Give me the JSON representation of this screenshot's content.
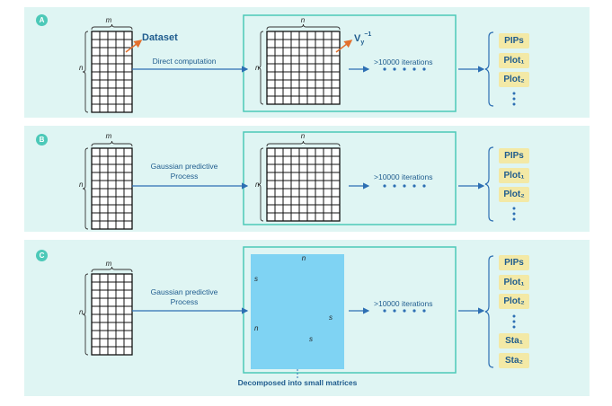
{
  "colors": {
    "panel_bg": "#dff5f3",
    "box_border": "#4cc9b8",
    "arrow": "#2d6fb3",
    "chip_bg": "#f3e9a6",
    "text_blue": "#1f5c8e",
    "highlight": "#e3702d",
    "decomp_bg": "#7fd3f3"
  },
  "panels": [
    {
      "badge": "A",
      "input": {
        "cols_label": "m",
        "rows_label": "n",
        "name": "Dataset"
      },
      "arrow_label_1": "Direct computation",
      "arrow_label_2": "",
      "middle_matrix": {
        "cols_label": "n",
        "rows_label": "n",
        "name": "V",
        "name_sub": "y",
        "name_sup": "−1"
      },
      "iterations": ">10000 iterations",
      "outputs": [
        "PIPs",
        "Plot₁",
        "Plot₂"
      ]
    },
    {
      "badge": "B",
      "input": {
        "cols_label": "m",
        "rows_label": "n"
      },
      "arrow_label_1": "Gaussian predictive",
      "arrow_label_2": "Process",
      "middle_matrix": {
        "cols_label": "n",
        "rows_label": "n"
      },
      "iterations": ">10000 iterations",
      "outputs": [
        "PIPs",
        "Plot₁",
        "Plot₂"
      ]
    },
    {
      "badge": "C",
      "input": {
        "cols_label": "m",
        "rows_label": "n"
      },
      "arrow_label_1": "Gaussian predictive",
      "arrow_label_2": "Process",
      "decomposed": {
        "wide_cols_label": "n",
        "wide_rows_label": "s",
        "tall_rows_label": "n",
        "small_cols_label": "s",
        "small_rows_label": "s",
        "caption": "Decomposed into small matrices"
      },
      "iterations": ">10000 iterations",
      "outputs": [
        "PIPs",
        "Plot₁",
        "Plot₂"
      ],
      "extra_outputs": [
        "Sta₁",
        "Sta₂"
      ]
    }
  ]
}
